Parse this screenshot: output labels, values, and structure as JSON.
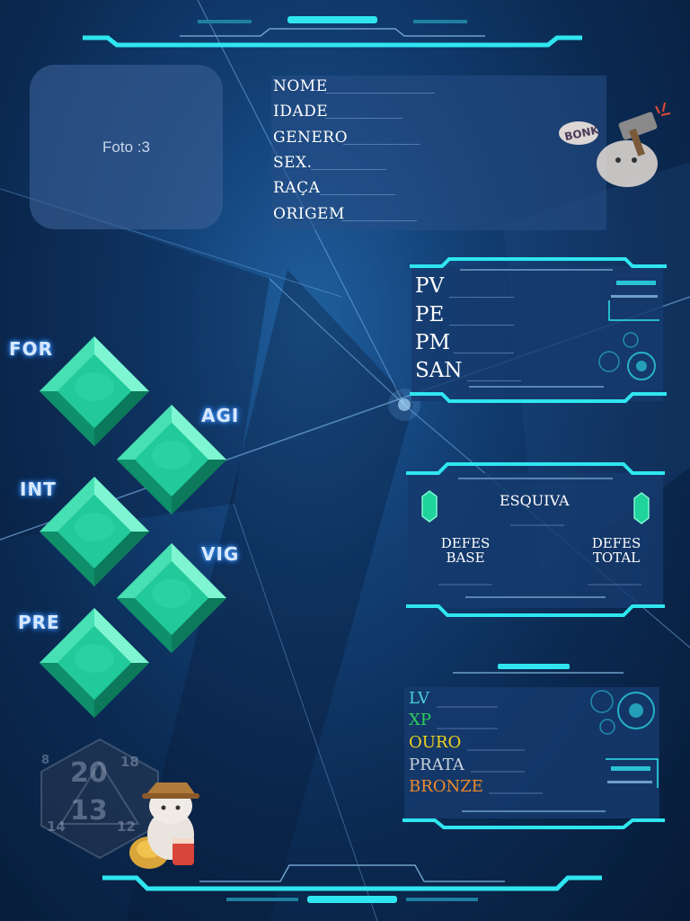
{
  "photo": {
    "label": "Foto :3"
  },
  "info": {
    "fields": [
      "NOME",
      "IDADE",
      "GENERO",
      "SEX.",
      "RAÇA",
      "ORIGEM"
    ]
  },
  "stats": {
    "labels": [
      "PV",
      "PE",
      "PM",
      "SAN"
    ]
  },
  "defense": {
    "esquiva": "ESQUIVA",
    "base_line1": "DEFES",
    "base_line2": "BASE",
    "total_line1": "DEFES",
    "total_line2": "TOTAL"
  },
  "resources": {
    "items": [
      {
        "label": "LV",
        "color": "#4ad1d9"
      },
      {
        "label": "XP",
        "color": "#2ecf5a"
      },
      {
        "label": "OURO",
        "color": "#f2d21e"
      },
      {
        "label": "PRATA",
        "color": "#c9d2dc"
      },
      {
        "label": "BRONZE",
        "color": "#f08a2a"
      }
    ]
  },
  "attributes": [
    "FOR",
    "AGI",
    "INT",
    "VIG",
    "PRE"
  ],
  "dice": {
    "faces": [
      "20",
      "13",
      "18",
      "14",
      "12",
      "8"
    ]
  },
  "sticker": {
    "text": "BONK"
  },
  "colors": {
    "accent": "#2fe6f0",
    "gem": "#1fd39a",
    "background": "#0b2a52"
  }
}
